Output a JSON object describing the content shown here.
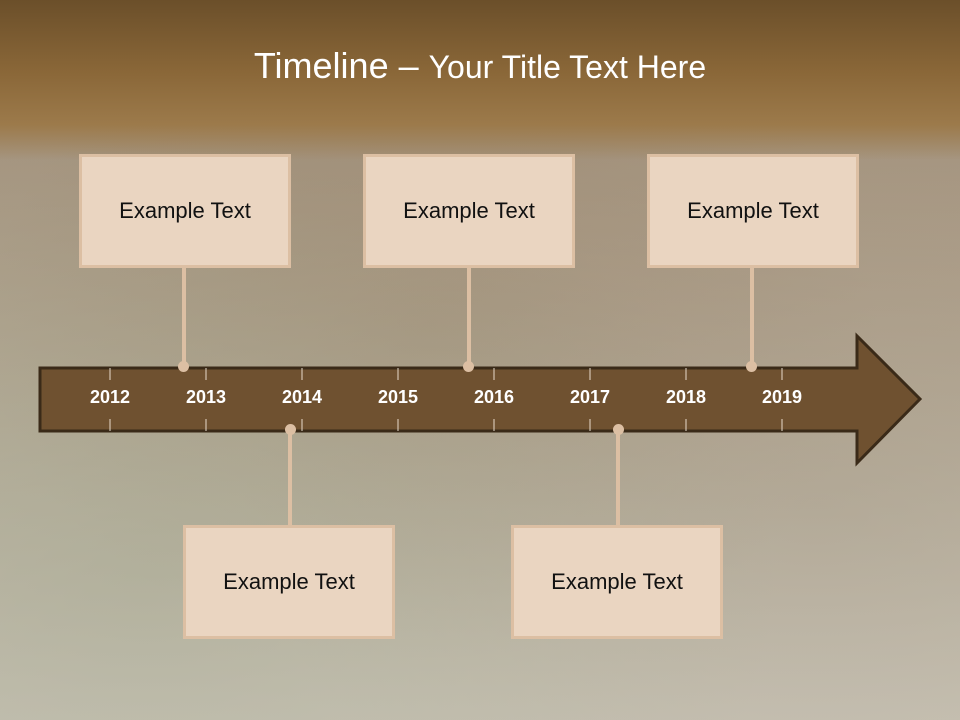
{
  "title": {
    "main": "Timeline – ",
    "sub": "Your Title Text Here"
  },
  "timeline": {
    "years": [
      "2012",
      "2013",
      "2014",
      "2015",
      "2016",
      "2017",
      "2018",
      "2019"
    ]
  },
  "events": [
    {
      "label": "Example Text"
    },
    {
      "label": "Example Text"
    },
    {
      "label": "Example Text"
    },
    {
      "label": "Example Text"
    },
    {
      "label": "Example Text"
    }
  ],
  "colors": {
    "arrow_fill": "#6f5130",
    "arrow_stroke": "#3a2a18",
    "callout_fill": "#ead5c1",
    "callout_border": "#dcbfa3",
    "title_band": "#8a6738"
  }
}
